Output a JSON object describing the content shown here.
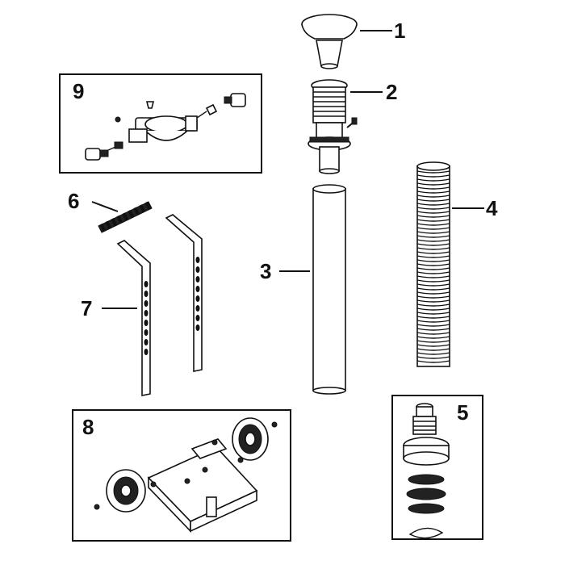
{
  "callouts": [
    {
      "id": "1",
      "label": "1"
    },
    {
      "id": "2",
      "label": "2"
    },
    {
      "id": "3",
      "label": "3"
    },
    {
      "id": "4",
      "label": "4"
    },
    {
      "id": "5",
      "label": "5"
    },
    {
      "id": "6",
      "label": "6"
    },
    {
      "id": "7",
      "label": "7"
    },
    {
      "id": "8",
      "label": "8"
    },
    {
      "id": "9",
      "label": "9"
    }
  ],
  "colors": {
    "ink": "#111111",
    "background": "#ffffff"
  }
}
